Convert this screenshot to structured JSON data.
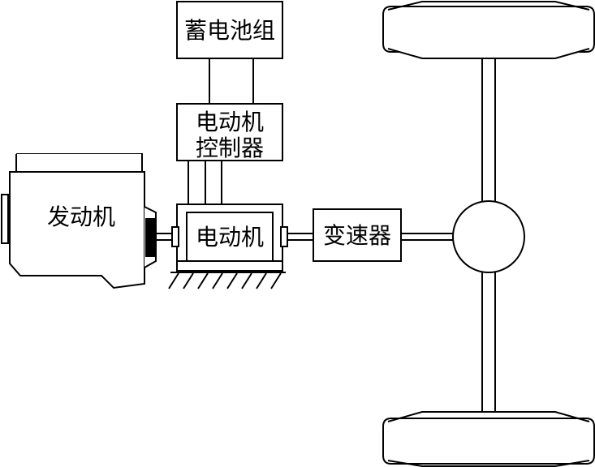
{
  "labels": {
    "battery": "蓄电池组",
    "motor_controller_line1": "电动机",
    "motor_controller_line2": "控制器",
    "engine": "发动机",
    "motor": "电动机",
    "transmission": "变速器"
  },
  "colors": {
    "stroke": "#000000",
    "background": "#ffffff"
  }
}
